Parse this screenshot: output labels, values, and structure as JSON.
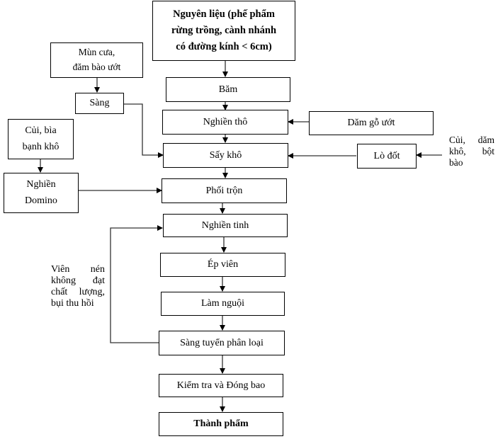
{
  "diagram": {
    "main_steps": [
      {
        "id": "raw",
        "label": "Nguyên liệu (phế phẩm\nrừng trồng, cành nhánh\ncó đường kính < 6cm)"
      },
      {
        "id": "bam",
        "label": "Băm"
      },
      {
        "id": "nghien_tho",
        "label": "Nghiền thô"
      },
      {
        "id": "say_kho",
        "label": "Sấy khô"
      },
      {
        "id": "phoi_tron",
        "label": "Phối trộn"
      },
      {
        "id": "nghien_tinh",
        "label": "Nghiền tinh"
      },
      {
        "id": "ep_vien",
        "label": "Ép viên"
      },
      {
        "id": "lam_nguoi",
        "label": "Làm nguội"
      },
      {
        "id": "sang_tuyen",
        "label": "Sàng tuyển phân loại"
      },
      {
        "id": "kiem_tra",
        "label": "Kiểm tra và Đóng bao"
      },
      {
        "id": "thanh_pham",
        "label": "Thành phẩm"
      }
    ],
    "side_boxes": {
      "mun_cua": "Mùn cưa,\nđăm bào ướt",
      "sang": "Sàng",
      "cui_bia": "Củi, bìa\nbạnh khô",
      "nghien_domino": "Nghiền\nDomino",
      "dam_go_uot": "Dăm gỗ ướt",
      "lo_dot": "Lò đốt"
    },
    "annotations": {
      "lo_dot_input": "Củi, dăm khô, bột bào",
      "recycle": "Viên nén không đạt chất lượng, bụi thu hồi"
    }
  }
}
